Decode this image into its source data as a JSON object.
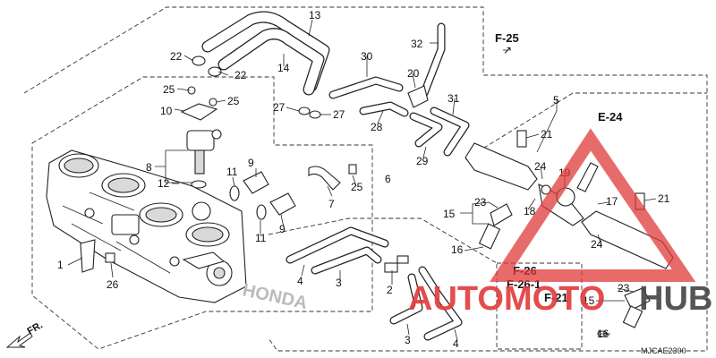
{
  "labels": {
    "p1": "1",
    "p2": "2",
    "p3a": "3",
    "p3b": "3",
    "p4a": "4",
    "p4b": "4",
    "p5": "5",
    "p6": "6",
    "p7": "7",
    "p8": "8",
    "p9a": "9",
    "p9b": "9",
    "p10": "10",
    "p11a": "11",
    "p11b": "11",
    "p12": "12",
    "p13": "13",
    "p14": "14",
    "p15a": "15",
    "p15b": "15",
    "p16a": "16",
    "p16b": "16",
    "p17": "17",
    "p18": "18",
    "p19": "19",
    "p20": "20",
    "p21a": "21",
    "p21b": "21",
    "p22a": "22",
    "p22b": "22",
    "p23a": "23",
    "p23b": "23",
    "p24a": "24",
    "p24b": "24",
    "p25a": "25",
    "p25b": "25",
    "p25c": "25",
    "p26": "26",
    "p27a": "27",
    "p27b": "27",
    "p28": "28",
    "p29": "29",
    "p30": "30",
    "p31": "31",
    "p32": "32"
  },
  "references": {
    "f25": "F-25",
    "e24": "E-24",
    "f26": "F-26",
    "f26_1": "F-26-1",
    "f21": "F-21"
  },
  "direction": "FR.",
  "diagram_code": "MJCAE2300",
  "body_marking": "HONDA",
  "watermark": {
    "text_left": "AUTOMOTO",
    "text_right": "HUB",
    "left_color": "#e03a3a",
    "right_color": "#444444",
    "triangle_color": "#e03a3a"
  }
}
